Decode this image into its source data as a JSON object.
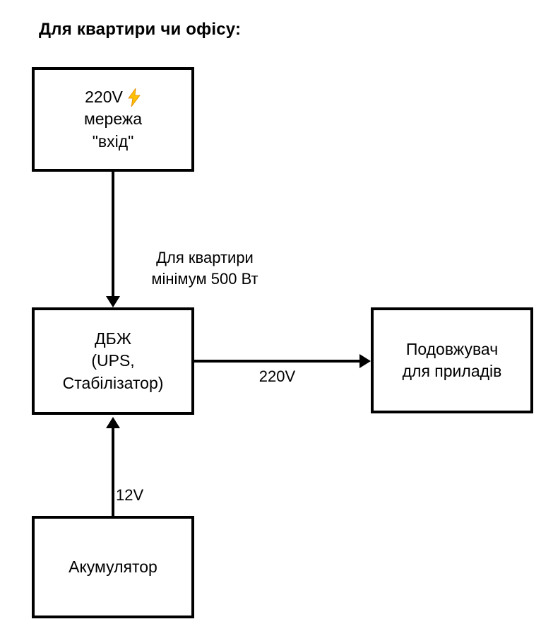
{
  "title": "Для квартири чи офісу:",
  "boxes": {
    "mains": {
      "voltage": "220V",
      "lines": "мережа\n\"вхід\""
    },
    "ups": {
      "label": "ДБЖ\n(UPS,\nСтабілізатор)"
    },
    "extension": {
      "label": "Подовжувач\nдля приладів"
    },
    "battery": {
      "label": "Акумулятор"
    }
  },
  "arrows": {
    "mains_to_ups": {
      "label": "Для квартири\nмінімум 500 Вт"
    },
    "ups_to_extension": {
      "label": "220V"
    },
    "battery_to_ups": {
      "label": "12V"
    }
  },
  "colors": {
    "line": "#000000",
    "bolt": "#FFC107"
  }
}
